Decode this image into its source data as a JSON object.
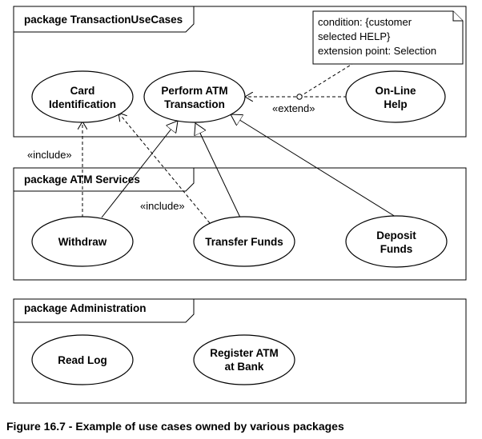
{
  "packages": {
    "transaction": "package TransactionUseCases",
    "atm_services": "package ATM Services",
    "administration": "package Administration"
  },
  "use_cases": {
    "card_identification": [
      "Card",
      "Identification"
    ],
    "perform_atm_transaction": [
      "Perform ATM",
      "Transaction"
    ],
    "online_help": [
      "On-Line",
      "Help"
    ],
    "withdraw": [
      "Withdraw"
    ],
    "transfer_funds": [
      "Transfer Funds"
    ],
    "deposit_funds": [
      "Deposit",
      "Funds"
    ],
    "read_log": [
      "Read Log"
    ],
    "register_atm": [
      "Register ATM",
      "at Bank"
    ]
  },
  "stereotypes": {
    "extend": "«extend»",
    "include_withdraw": "«include»",
    "include_transfer": "«include»"
  },
  "note": {
    "line1": "condition: {customer",
    "line2": "selected HELP}",
    "line3": "extension point: Selection"
  },
  "caption": "Figure 16.7 - Example of use cases owned by various packages"
}
